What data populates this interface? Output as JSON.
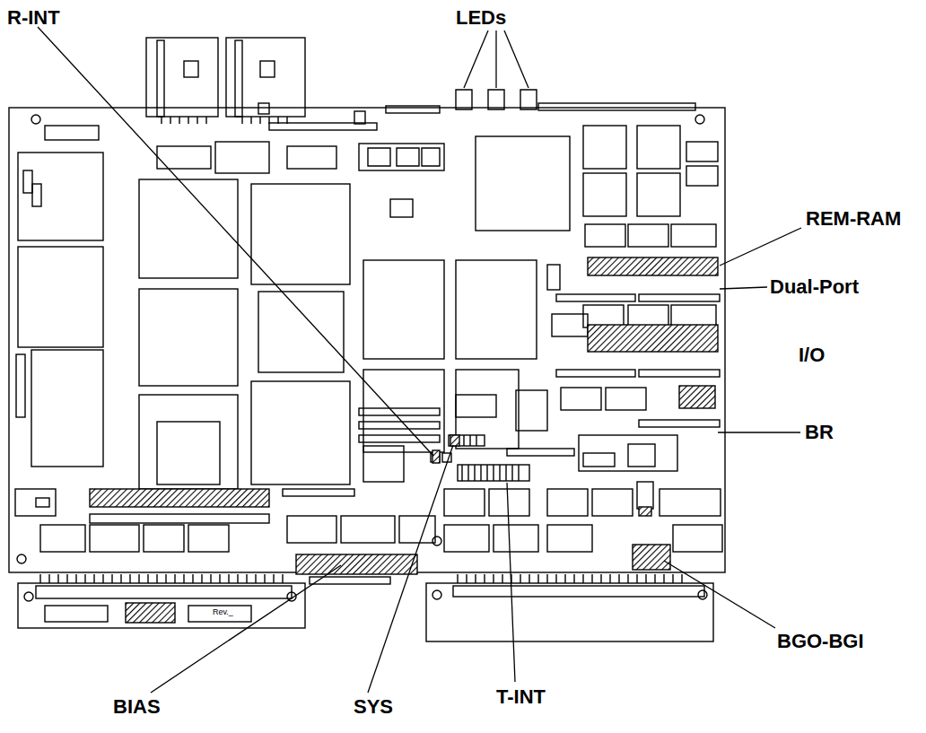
{
  "diagram": {
    "labels": [
      "R-INT",
      "LEDs",
      "REM-RAM",
      "Dual-Port",
      "I/O",
      "BR",
      "BGO-BGI",
      "T-INT",
      "SYS",
      "BIAS",
      "Rev._"
    ]
  }
}
